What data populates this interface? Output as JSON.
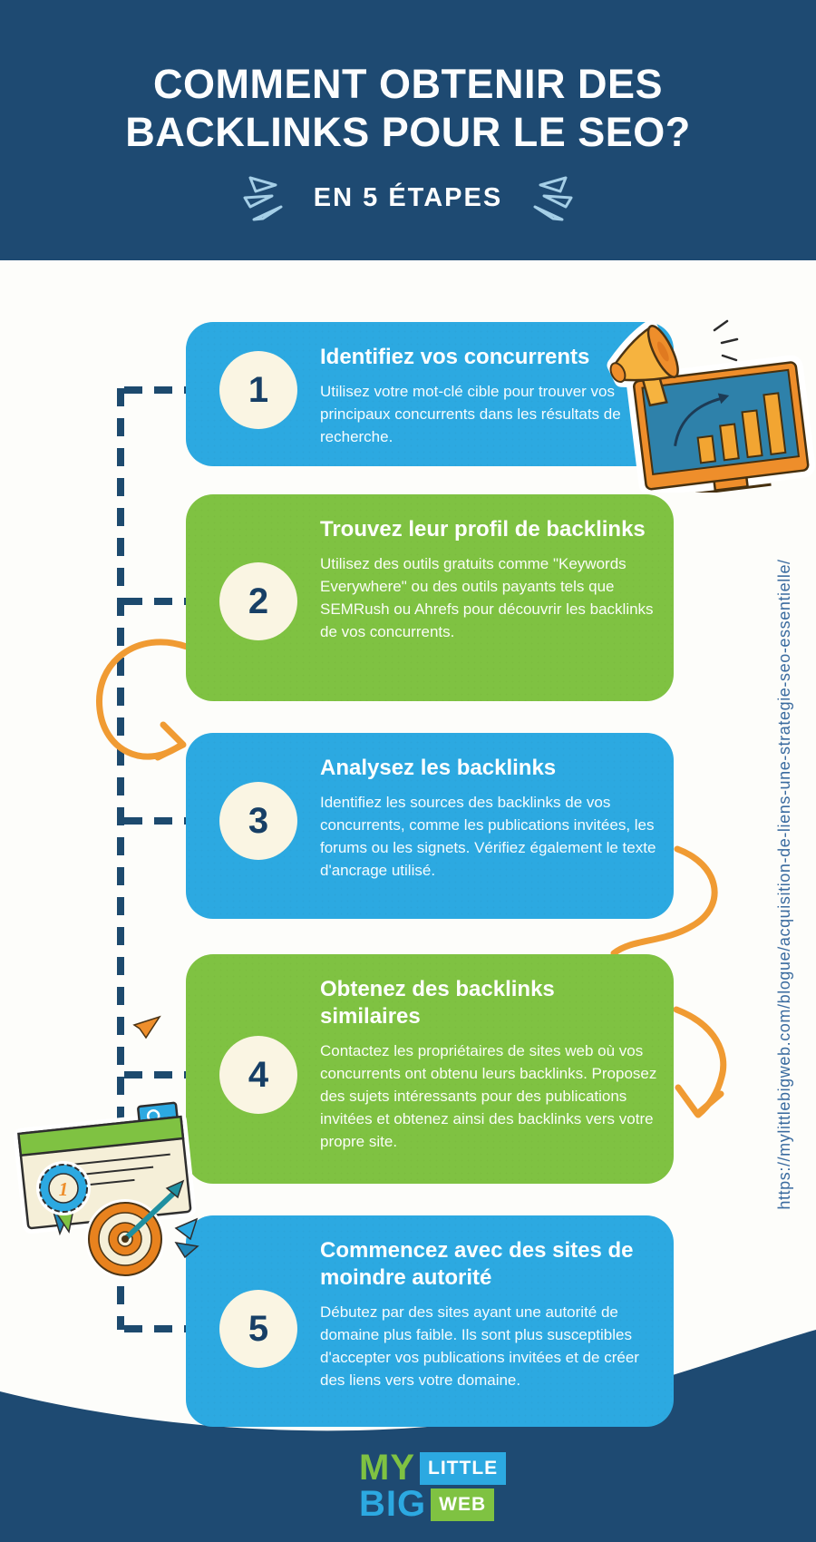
{
  "header": {
    "title": "COMMENT OBTENIR DES BACKLINKS POUR LE SEO?",
    "subtitle": "EN 5 ÉTAPES"
  },
  "steps": [
    {
      "number": "1",
      "title": "Identifiez vos concurrents",
      "description": "Utilisez votre mot-clé cible pour trouver vos principaux concurrents dans les résultats de recherche.",
      "color": "blue"
    },
    {
      "number": "2",
      "title": "Trouvez leur profil de backlinks",
      "description": "Utilisez des outils gratuits comme \"Keywords Everywhere\" ou des outils payants tels que SEMRush ou Ahrefs pour découvrir les backlinks de vos concurrents.",
      "color": "green"
    },
    {
      "number": "3",
      "title": "Analysez les backlinks",
      "description": "Identifiez les sources des backlinks de vos concurrents, comme les publications invitées, les forums ou les signets. Vérifiez également le texte d'ancrage utilisé.",
      "color": "blue"
    },
    {
      "number": "4",
      "title": "Obtenez des backlinks similaires",
      "description": "Contactez les propriétaires de sites web où vos concurrents ont obtenu leurs backlinks. Proposez des sujets intéressants pour des publications invitées et obtenez ainsi des backlinks vers votre propre site.",
      "color": "green"
    },
    {
      "number": "5",
      "title": "Commencez avec des sites de moindre autorité",
      "description": "Débutez par des sites ayant une autorité de domaine plus faible. Ils sont plus susceptibles d'accepter vos publications invitées et de créer des liens vers votre domaine.",
      "color": "blue"
    }
  ],
  "sidebar_url": "https://mylittlebigweb.com/blogue/acquisition-de-liens-une-strategie-seo-essentielle/",
  "illustrations": {
    "award_number": "1"
  },
  "logo": {
    "word1": "MY",
    "word2": "LITTLE",
    "word3": "BIG",
    "word4": "WEB"
  },
  "colors": {
    "navy": "#1E4A72",
    "card_blue": "#2CA9E1",
    "card_green": "#7FC242",
    "circle_cream": "#FAF5E3",
    "arrow_orange": "#F09B33",
    "dash_navy": "#1D4A6E",
    "url_text": "#3A6B9F"
  }
}
